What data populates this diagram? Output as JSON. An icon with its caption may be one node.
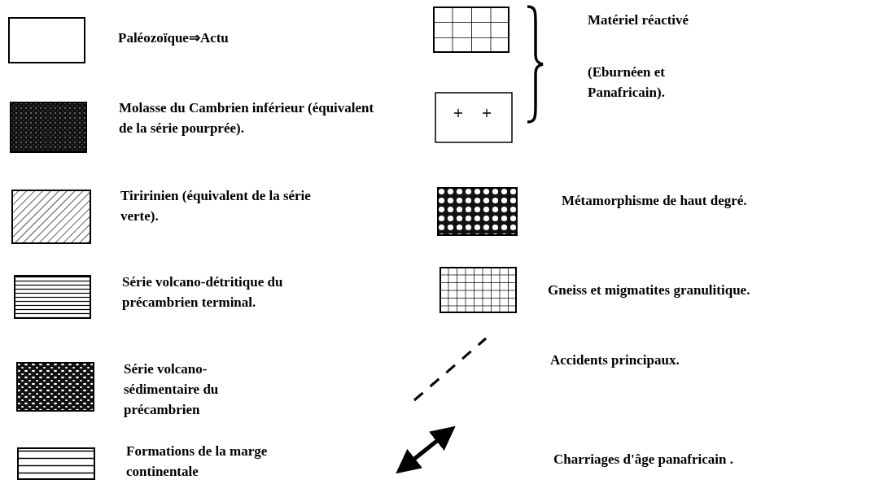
{
  "diagram": {
    "legend": [
      {
        "text": "Paléozoïque⇒Actu"
      },
      {
        "text": "Molasse du Cambrien inférieur (équivalent de la série pourprée)."
      },
      {
        "text": "Tiririnien (équivalent de la série verte)."
      },
      {
        "text": "Série volcano-détritique du précambrien terminal."
      },
      {
        "text": "Série volcano- sédimentaire du précambrien"
      },
      {
        "text": "Formations de la marge continentale"
      },
      {
        "text": "Matériel réactivé"
      },
      {
        "text": "(Eburnéen et Panafricain)."
      },
      {
        "text": "Métamorphisme de haut degré."
      },
      {
        "text": "Gneiss et migmatites granulitique."
      },
      {
        "text": "Accidents principaux."
      },
      {
        "text": "Charriages d'âge panafricain ."
      }
    ]
  }
}
